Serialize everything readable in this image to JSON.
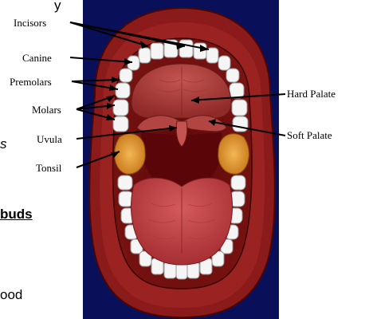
{
  "labels": {
    "incisors": "Incisors",
    "canine": "Canine",
    "premolars": "Premolars",
    "molars": "Molars",
    "uvula": "Uvula",
    "tonsil": "Tonsil",
    "hard_palate": "Hard Palate",
    "soft_palate": "Soft Palate"
  },
  "slide_fragments": {
    "top_left": "y",
    "italic_s": "s",
    "buds": "buds",
    "ood": "ood"
  },
  "colors": {
    "background_panel": "#0a0f5a",
    "lips": "#8b1a1a",
    "mouth_cavity": "#6a0a0a",
    "palate": "#b5403c",
    "tongue": "#c24446",
    "tonsil": "#e8a33a",
    "teeth": "#f5f5f5"
  }
}
